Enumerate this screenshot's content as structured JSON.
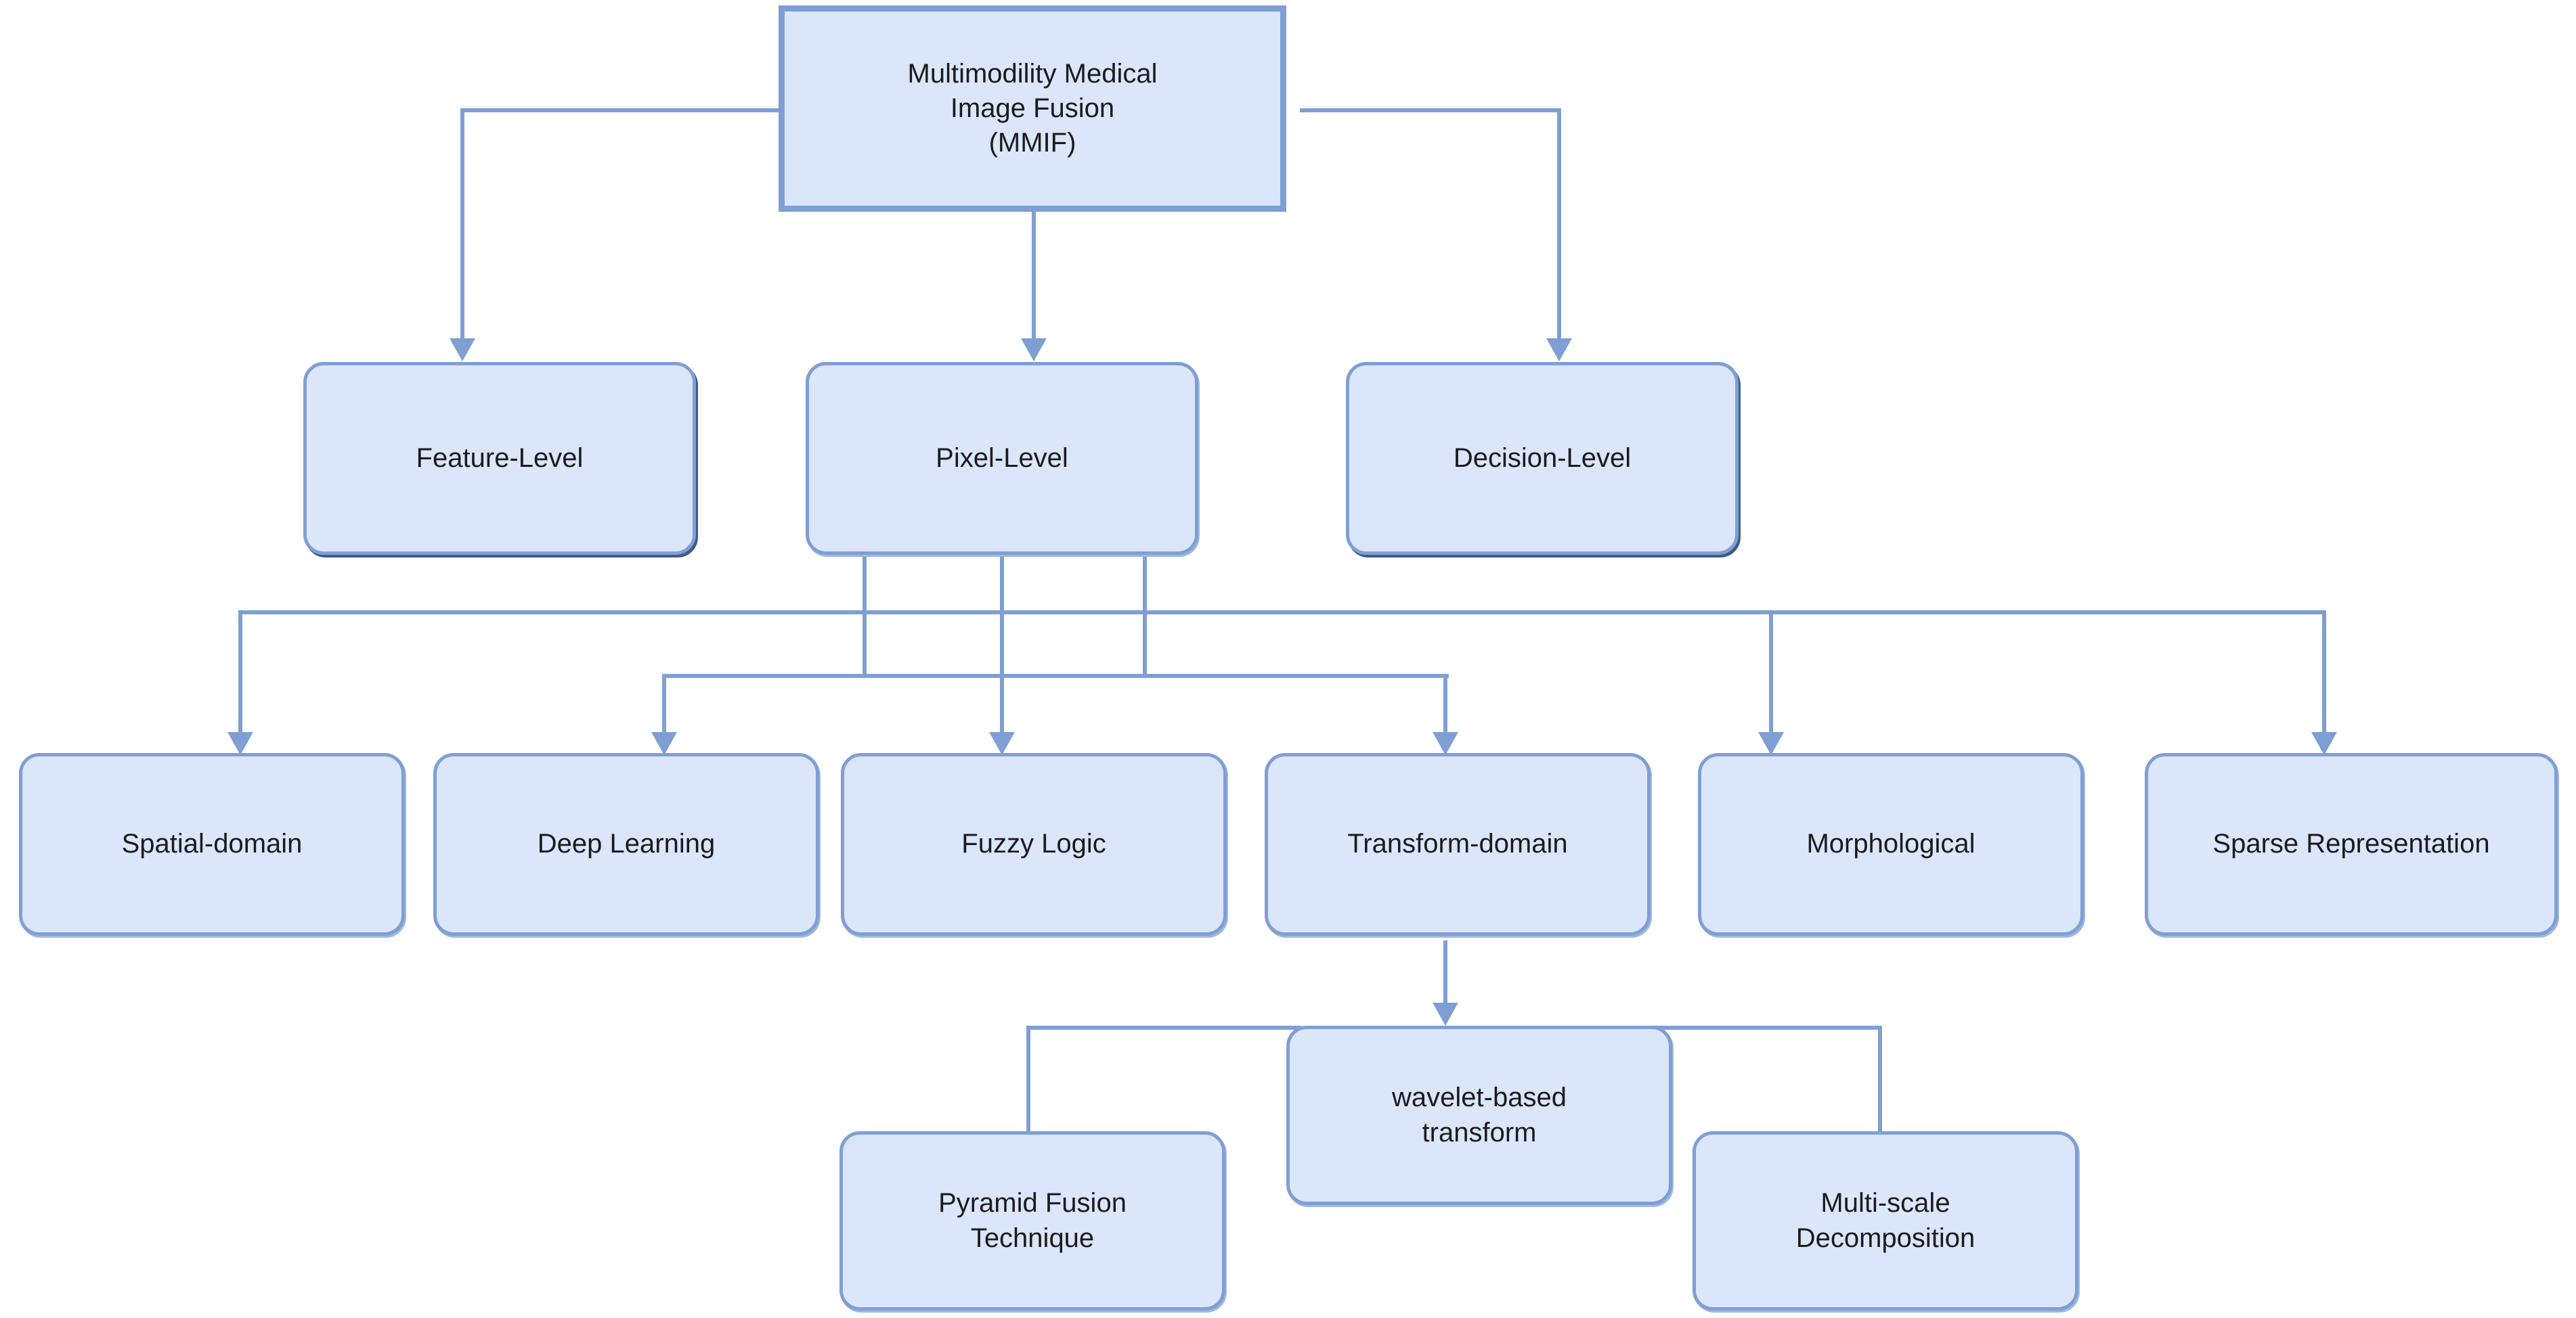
{
  "diagram": {
    "title_node": {
      "id": "mmif-root",
      "label": "Multimodility Medical\nImage Fusion\n(MMIF)"
    },
    "level1": [
      {
        "id": "feature-level",
        "label": "Feature-Level"
      },
      {
        "id": "pixel-level",
        "label": "Pixel-Level"
      },
      {
        "id": "decision-level",
        "label": "Decision-Level"
      }
    ],
    "level2": [
      {
        "id": "spatial-domain",
        "label": "Spatial-domain"
      },
      {
        "id": "deep-learning",
        "label": "Deep Learning"
      },
      {
        "id": "fuzzy-logic",
        "label": "Fuzzy Logic"
      },
      {
        "id": "transform-domain",
        "label": "Transform-domain"
      },
      {
        "id": "morphological",
        "label": "Morphological"
      },
      {
        "id": "sparse-representation",
        "label": "Sparse Representation"
      }
    ],
    "level3": [
      {
        "id": "pyramid-fusion-technique",
        "label": "Pyramid Fusion\nTechnique"
      },
      {
        "id": "wavelet-based-transform",
        "label": "wavelet-based\ntransform"
      },
      {
        "id": "multi-scale-decomposition",
        "label": "Multi-scale\nDecomposition"
      }
    ],
    "colors": {
      "node_fill": "#dbe6fb",
      "node_border": "#7f9fd4",
      "edge": "#7f9fd4",
      "shadow_dark": "#3c5c8c",
      "text": "#1b1b1b",
      "background": "#ffffff"
    }
  }
}
